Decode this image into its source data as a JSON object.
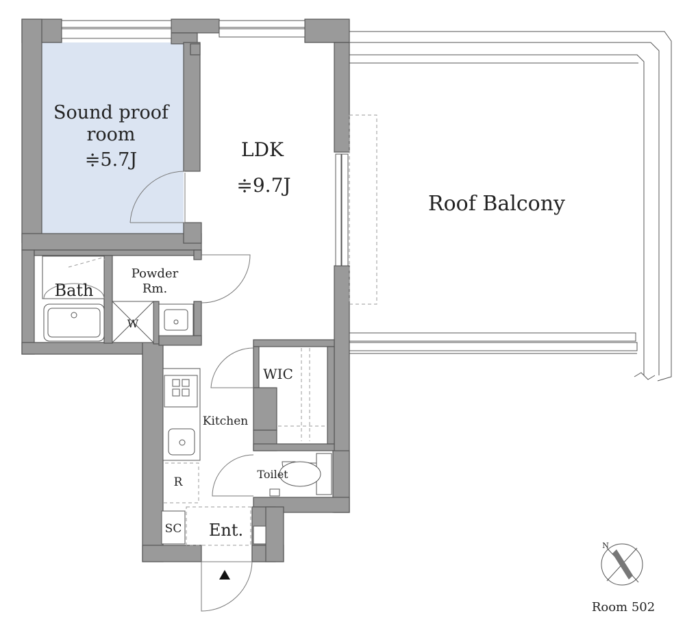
{
  "rooms": {
    "sound_proof": {
      "line1": "Sound proof",
      "line2": "room",
      "size": "≑5.7J",
      "fill": "#dbe4f2"
    },
    "ldk": {
      "name": "LDK",
      "size": "≑9.7J"
    },
    "roof_balcony": {
      "name": "Roof Balcony"
    },
    "bath": {
      "name": "Bath"
    },
    "powder": {
      "line1": "Powder",
      "line2": "Rm."
    },
    "washer": {
      "name": "W"
    },
    "wic": {
      "name": "WIC"
    },
    "kitchen": {
      "name": "Kitchen"
    },
    "toilet": {
      "name": "Toilet"
    },
    "refrigerator": {
      "name": "R"
    },
    "shoe_closet": {
      "name": "SC"
    },
    "entrance": {
      "name": "Ent."
    }
  },
  "compass": {
    "north_label": "N"
  },
  "unit_label": "Room 502",
  "colors": {
    "wall": "#9a9a9a",
    "wall_outline": "#555555",
    "sound_room_fill": "#dbe4f2"
  }
}
